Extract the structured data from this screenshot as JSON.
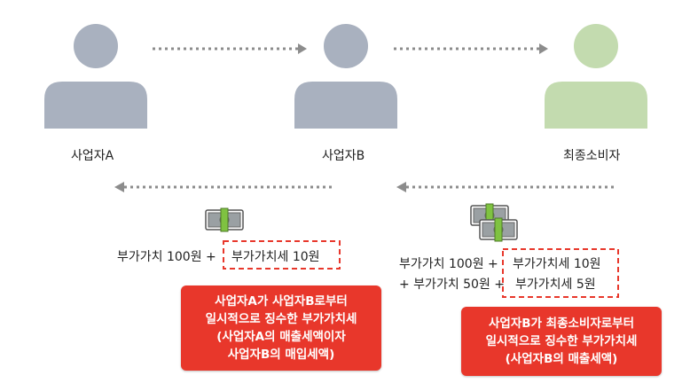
{
  "people": {
    "a": {
      "label": "사업자A",
      "color": "#a9b1bf"
    },
    "b": {
      "label": "사업자B",
      "color": "#a9b1bf"
    },
    "c": {
      "label": "최종소비자",
      "color": "#c3dbaf"
    }
  },
  "left_flow": {
    "amount_base": "부가가치 100원 +",
    "amount_tax": "부가가치세 10원",
    "note": [
      "사업자A가 사업자B로부터",
      "일시적으로 징수한 부가가치세",
      "(사업자A의 매출세액이자",
      "사업자B의 매입세액)"
    ]
  },
  "right_flow": {
    "line1_base": "부가가치 100원 +",
    "line1_tax": "부가가치세 10원",
    "line2_base": "+ 부가가치 50원 +",
    "line2_tax": "부가가치세 5원",
    "note": [
      "사업자B가 최종소비자로부터",
      "일시적으로 징수한 부가가치세",
      "(사업자B의 매출세액)"
    ]
  },
  "colors": {
    "arrow": "#8c8c8c",
    "highlight": "#e8372b",
    "money_green": "#7fc241",
    "money_gray": "#9aa0a3"
  }
}
